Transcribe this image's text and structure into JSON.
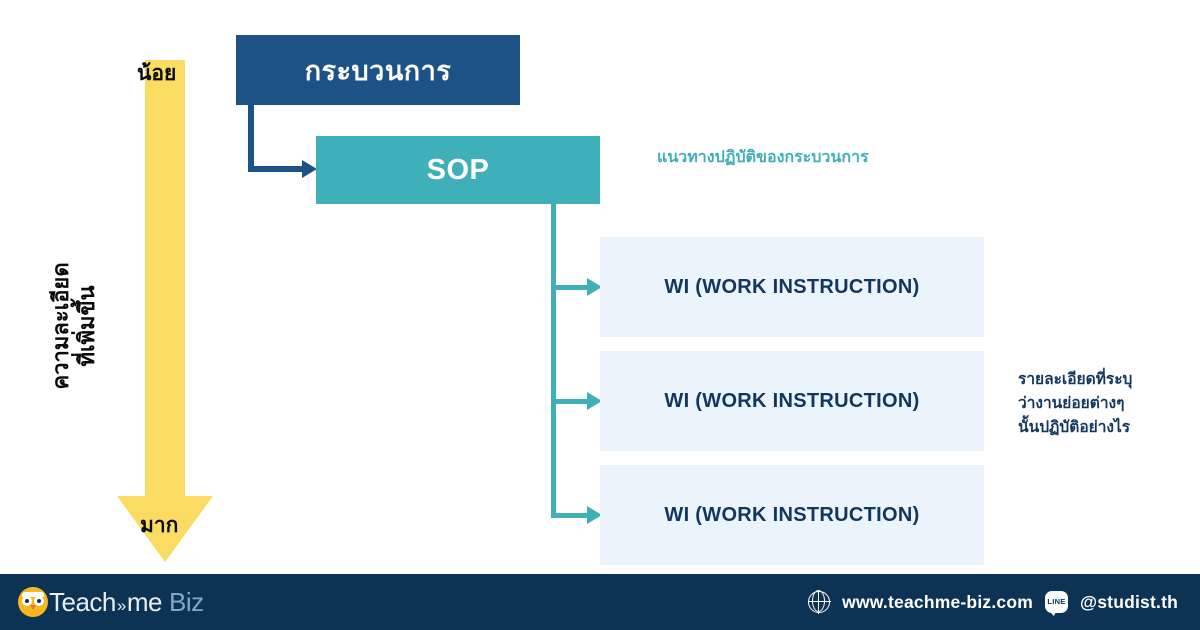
{
  "diagram": {
    "gradient_arrow": {
      "top_label": "น้อย",
      "bottom_label": "มาก",
      "axis_line1": "ความละเอียด",
      "axis_line2": "ที่เพิ่มขึ้น",
      "color": "#FBDC63"
    },
    "process_box": {
      "label": "กระบวนการ",
      "color": "#1C5285"
    },
    "sop_box": {
      "label": "SOP",
      "color": "#3FAFBA",
      "caption": "แนวทางปฏิบัติของกระบวนการ"
    },
    "wi_boxes": [
      {
        "label": "WI (WORK INSTRUCTION)"
      },
      {
        "label": "WI (WORK INSTRUCTION)"
      },
      {
        "label": "WI (WORK INSTRUCTION)"
      }
    ],
    "wi_caption": {
      "line1": "รายละเอียดที่ระบุ",
      "line2": "ว่างานย่อยต่างๆ",
      "line3": "นั้นปฏิบัติอย่างไร",
      "color": "#12365C"
    },
    "wi_box_color": "#EBF4FC"
  },
  "footer": {
    "background": "#0D3354",
    "logo": {
      "teach": "Teach",
      "wave": "»",
      "me": "me",
      "biz": "Biz"
    },
    "website": "www.teachme-biz.com",
    "line_badge": "LINE",
    "line_id": "@studist.th"
  }
}
